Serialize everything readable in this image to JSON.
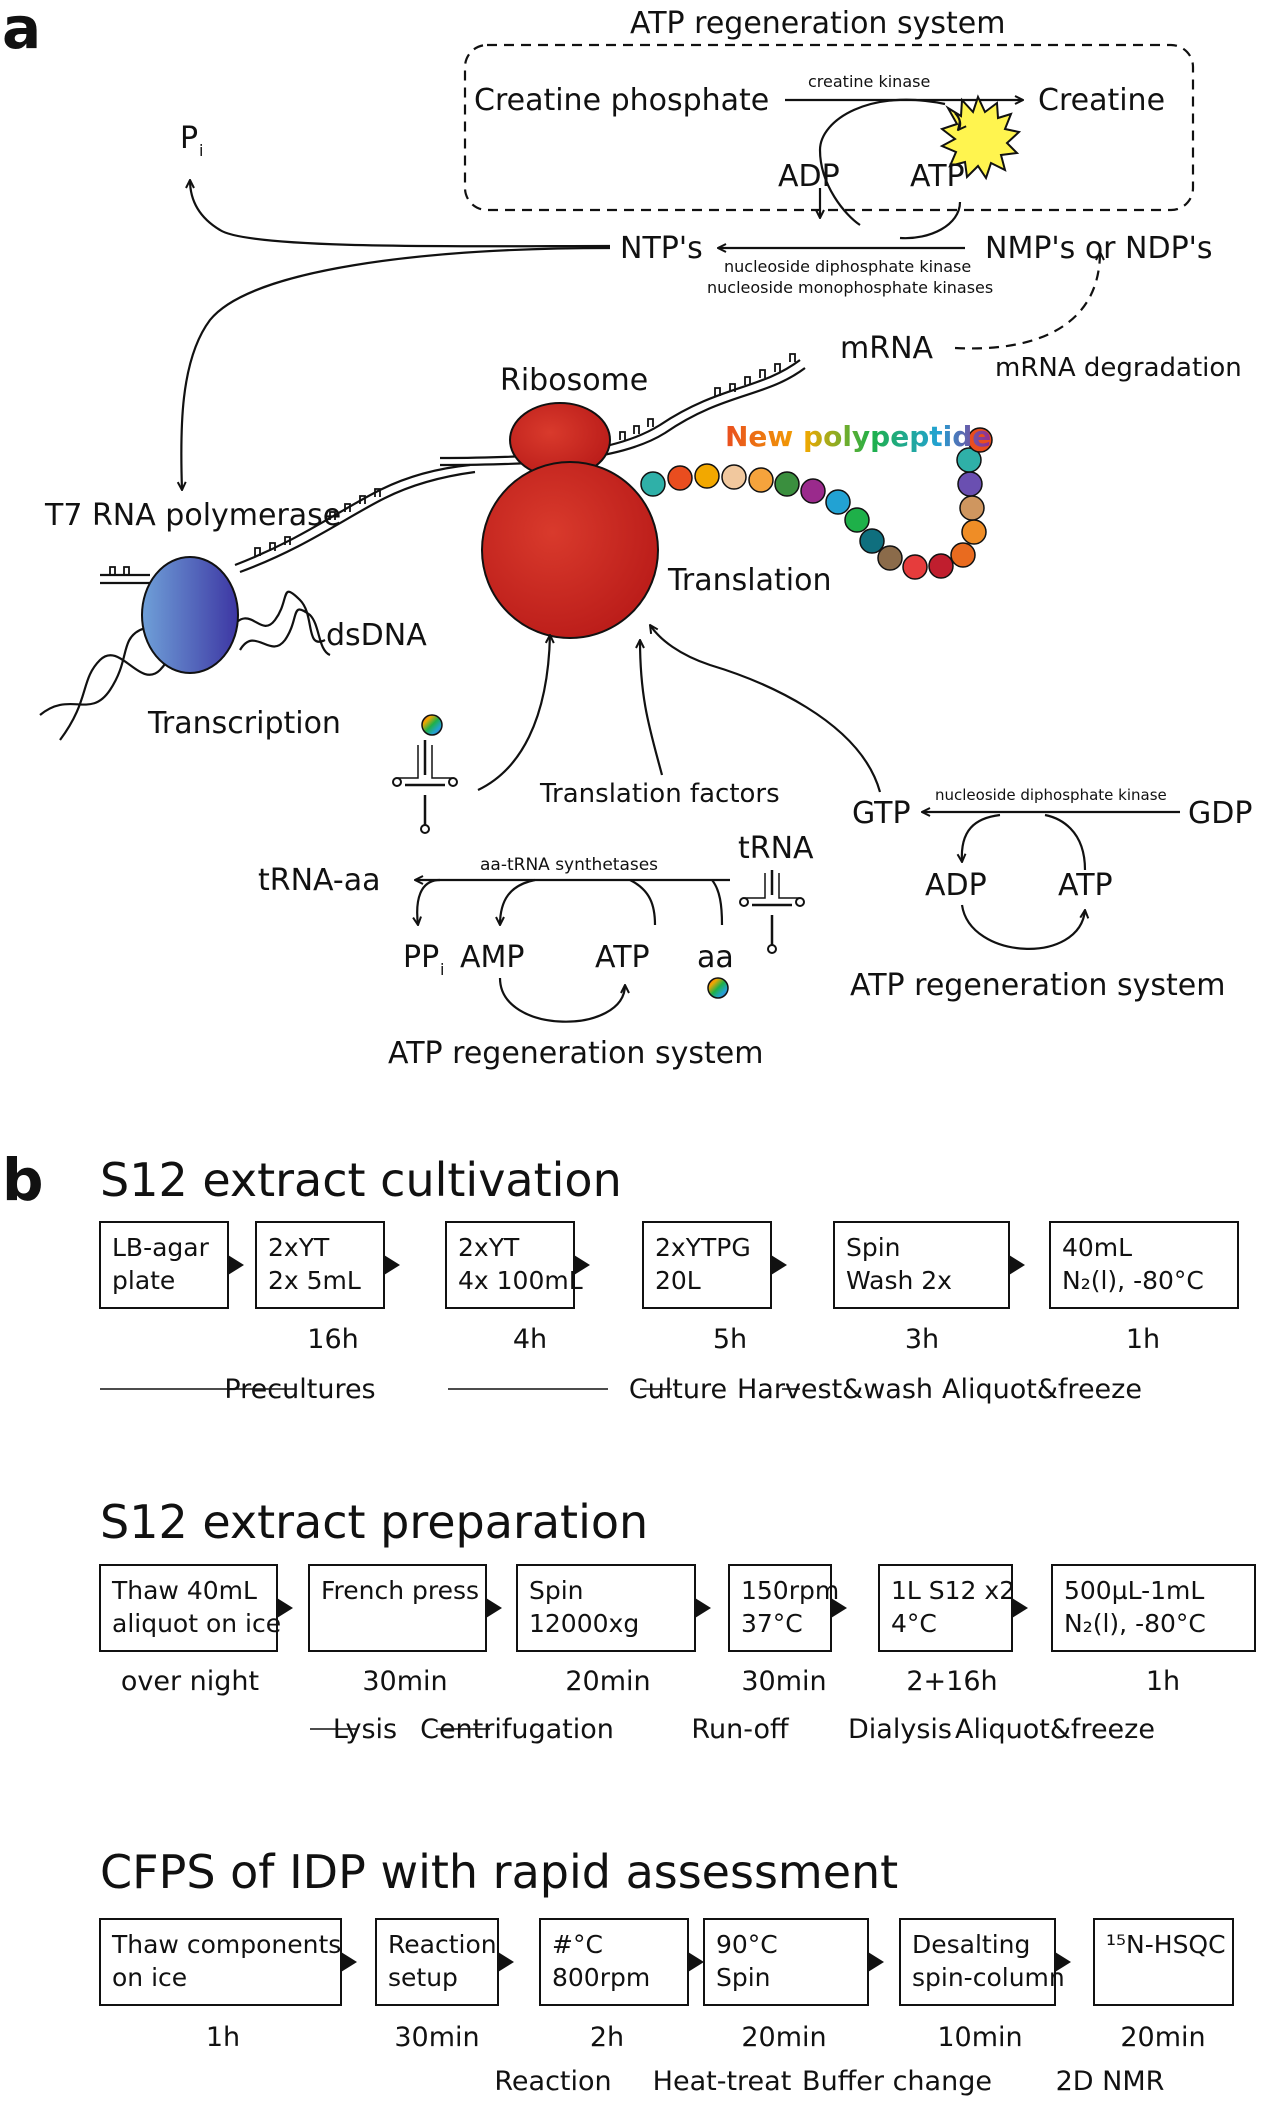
{
  "panel_a": {
    "label": "a",
    "atp_system_title": "ATP regeneration system",
    "creatine_phosphate": "Creatine phosphate",
    "creatine_kinase": "creatine kinase",
    "creatine": "Creatine",
    "adp": "ADP",
    "atp": "ATP",
    "pi": "P",
    "pi_sub": "i",
    "ntps": "NTP's",
    "nmps": "NMP's or NDP's",
    "ndk": "nucleoside diphosphate kinase",
    "nmk": "nucleoside monophosphate kinases",
    "mrna": "mRNA",
    "mrna_degradation": "mRNA degradation",
    "ribosome": "Ribosome",
    "new_polypeptide": "New polypeptide",
    "t7": "T7 RNA polymerase",
    "dsdna": "dsDNA",
    "translation": "Translation",
    "transcription": "Transcription",
    "translation_factors": "Translation factors",
    "gtp": "GTP",
    "gdp": "GDP",
    "ndk2": "nucleoside diphosphate kinase",
    "adp2": "ADP",
    "atp2": "ATP",
    "atp_system2": "ATP regeneration system",
    "trna_aa": "tRNA-aa",
    "aars": "aa-tRNA synthetases",
    "trna": "tRNA",
    "ppi": "PP",
    "ppi_sub": "i",
    "amp": "AMP",
    "atp3": "ATP",
    "aa": "aa",
    "atp_system3": "ATP regeneration system"
  },
  "panel_b": {
    "label": "b",
    "cultivation": {
      "title": "S12 extract cultivation",
      "boxes": [
        {
          "l1": "LB-agar",
          "l2": "plate"
        },
        {
          "l1": "2xYT",
          "l2": "2x 5mL"
        },
        {
          "l1": "2xYT",
          "l2": "4x 100mL"
        },
        {
          "l1": "2xYTPG",
          "l2": "20L"
        },
        {
          "l1": "Spin",
          "l2": "Wash 2x"
        },
        {
          "l1": "40mL",
          "l2": "N₂(l), -80°C"
        }
      ],
      "times": [
        "16h",
        "4h",
        "5h",
        "3h",
        "1h"
      ],
      "stages": [
        "Precultures",
        "Culture",
        "Harvest&wash",
        "Aliquot&freeze"
      ]
    },
    "preparation": {
      "title": "S12 extract preparation",
      "boxes": [
        {
          "l1": "Thaw 40mL",
          "l2": "aliquot on ice"
        },
        {
          "l1": "French press",
          "l2": ""
        },
        {
          "l1": "Spin",
          "l2": "12000xg"
        },
        {
          "l1": "150rpm",
          "l2": "37°C"
        },
        {
          "l1": "1L S12 x2",
          "l2": "4°C"
        },
        {
          "l1": "500µL-1mL",
          "l2": "N₂(l), -80°C"
        }
      ],
      "times": [
        "over night",
        "30min",
        "20min",
        "30min",
        "2+16h",
        "1h"
      ],
      "stages": [
        "Lysis",
        "Centrifugation",
        "Run-off",
        "Dialysis",
        "Aliquot&freeze"
      ]
    },
    "cfps": {
      "title": "CFPS of IDP with rapid assessment",
      "boxes": [
        {
          "l1": "Thaw components",
          "l2": "on ice"
        },
        {
          "l1": "Reaction",
          "l2": "setup"
        },
        {
          "l1": "#°C",
          "l2": "800rpm"
        },
        {
          "l1": "90°C",
          "l2": "Spin"
        },
        {
          "l1": "Desalting",
          "l2": "spin-column"
        },
        {
          "l1": "¹⁵N-HSQC",
          "l2": ""
        }
      ],
      "times": [
        "1h",
        "30min",
        "2h",
        "20min",
        "10min",
        "20min"
      ],
      "stages": [
        "Reaction",
        "Heat-treat",
        "Buffer change",
        "2D NMR"
      ]
    }
  },
  "colors": {
    "ribosome": "#c8201e",
    "polymerase": "#4a4fb5",
    "atp_star": "#fff44f",
    "beads": [
      "#2fb0a8",
      "#e94d1f",
      "#f2a800",
      "#f1c89e",
      "#f5a33c",
      "#3a8f3e",
      "#9a2a8c",
      "#22a2d3",
      "#1eb049",
      "#0f6f7e",
      "#8b6b4a",
      "#e63c3c",
      "#c01e2e",
      "#e96b1f",
      "#ef8d26",
      "#cf965f",
      "#6a4fb1"
    ]
  }
}
